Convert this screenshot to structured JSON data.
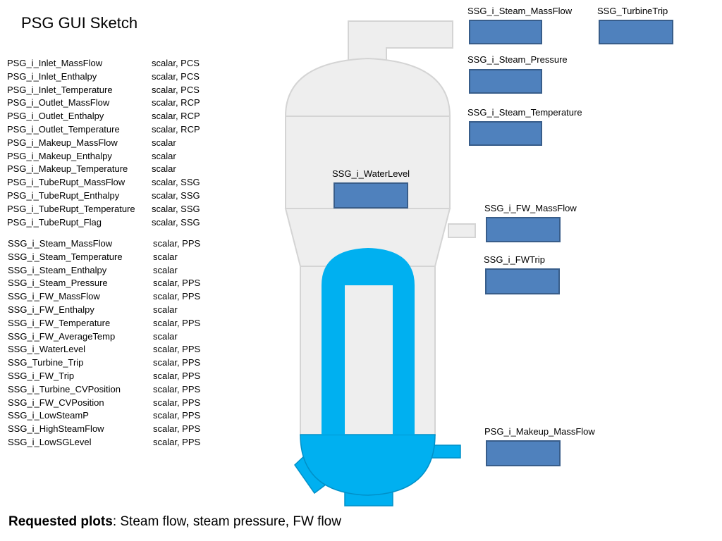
{
  "title": "PSG GUI Sketch",
  "psg_variables": [
    {
      "name": "PSG_i_Inlet_MassFlow",
      "type": "scalar, PCS"
    },
    {
      "name": "PSG_i_Inlet_Enthalpy",
      "type": "scalar, PCS"
    },
    {
      "name": "PSG_i_Inlet_Temperature",
      "type": "scalar, PCS"
    },
    {
      "name": "PSG_i_Outlet_MassFlow",
      "type": "scalar, RCP"
    },
    {
      "name": "PSG_i_Outlet_Enthalpy",
      "type": "scalar, RCP"
    },
    {
      "name": "PSG_i_Outlet_Temperature",
      "type": "scalar, RCP"
    },
    {
      "name": "PSG_i_Makeup_MassFlow",
      "type": "scalar"
    },
    {
      "name": "PSG_i_Makeup_Enthalpy",
      "type": "scalar"
    },
    {
      "name": "PSG_i_Makeup_Temperature",
      "type": "scalar"
    },
    {
      "name": "PSG_i_TubeRupt_MassFlow",
      "type": "scalar, SSG"
    },
    {
      "name": "PSG_i_TubeRupt_Enthalpy",
      "type": "scalar, SSG"
    },
    {
      "name": "PSG_i_TubeRupt_Temperature",
      "type": "scalar, SSG"
    },
    {
      "name": "PSG_i_TubeRupt_Flag",
      "type": "scalar, SSG"
    }
  ],
  "ssg_variables": [
    {
      "name": "SSG_i_Steam_MassFlow",
      "type": "scalar, PPS"
    },
    {
      "name": "SSG_i_Steam_Temperature",
      "type": "scalar"
    },
    {
      "name": "SSG_i_Steam_Enthalpy",
      "type": "scalar"
    },
    {
      "name": "SSG_i_Steam_Pressure",
      "type": "scalar, PPS"
    },
    {
      "name": "SSG_i_FW_MassFlow",
      "type": "scalar, PPS"
    },
    {
      "name": "SSG_i_FW_Enthalpy",
      "type": "scalar"
    },
    {
      "name": "SSG_i_FW_Temperature",
      "type": "scalar, PPS"
    },
    {
      "name": "SSG_i_FW_AverageTemp",
      "type": "scalar"
    },
    {
      "name": "SSG_i_WaterLevel",
      "type": "scalar, PPS"
    },
    {
      "name": "SSG_Turbine_Trip",
      "type": "scalar, PPS"
    },
    {
      "name": "SSG_i_FW_Trip",
      "type": "scalar, PPS"
    },
    {
      "name": "SSG_i_Turbine_CVPosition",
      "type": "scalar, PPS"
    },
    {
      "name": "SSG_i_FW_CVPosition",
      "type": "scalar, PPS"
    },
    {
      "name": "SSG_i_LowSteamP",
      "type": "scalar, PPS"
    },
    {
      "name": "SSG_i_HighSteamFlow",
      "type": "scalar, PPS"
    },
    {
      "name": "SSG_i_LowSGLevel",
      "type": "scalar, PPS"
    }
  ],
  "fields": {
    "steam_massflow": "SSG_i_Steam_MassFlow",
    "turbine_trip": "SSG_TurbineTrip",
    "steam_pressure": "SSG_i_Steam_Pressure",
    "steam_temperature": "SSG_i_Steam_Temperature",
    "water_level": "SSG_i_WaterLevel",
    "fw_massflow": "SSG_i_FW_MassFlow",
    "fw_trip": "SSG_i_FWTrip",
    "makeup_massflow": "PSG_i_Makeup_MassFlow"
  },
  "footer": {
    "bold_label": "Requested plots",
    "text": ": Steam flow, steam pressure, FW flow"
  },
  "colors": {
    "shell_fill": "#eeeeee",
    "shell_stroke": "#d4d4d4",
    "primary_water": "#00b0f0",
    "field_fill": "#4f81bd",
    "field_border": "#385d8a"
  }
}
